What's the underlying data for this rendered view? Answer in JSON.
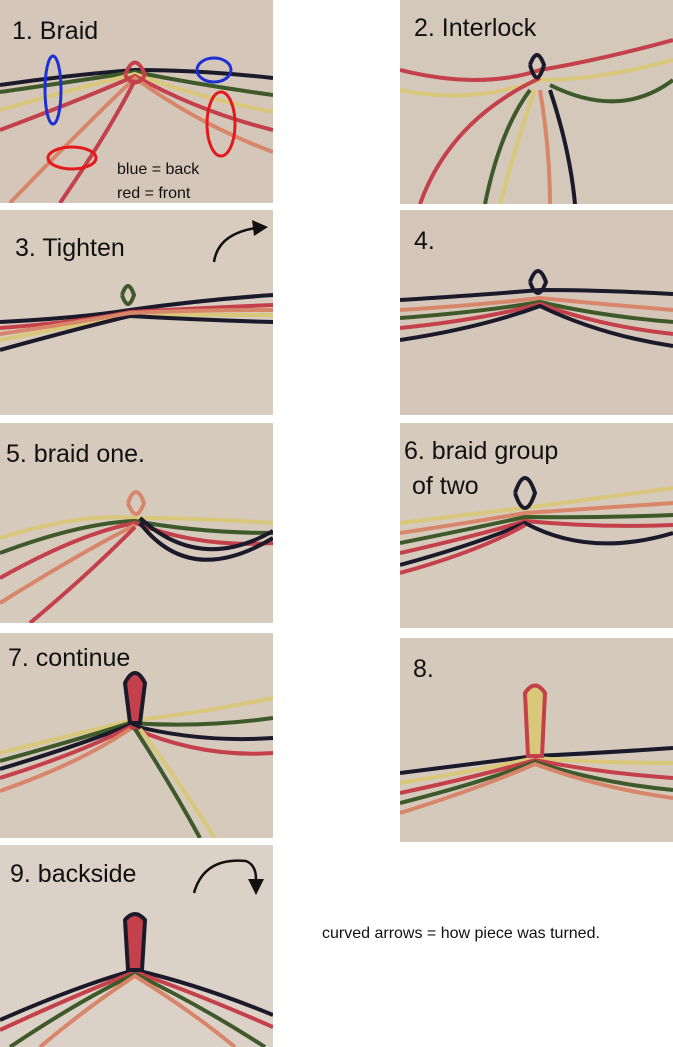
{
  "steps": [
    {
      "caption": "1. Braid"
    },
    {
      "caption": "2. Interlock"
    },
    {
      "caption": "3. Tighten"
    },
    {
      "caption": "4."
    },
    {
      "caption": "5. braid one."
    },
    {
      "caption": "6. braid group",
      "caption2": "of two"
    },
    {
      "caption": "7. continue"
    },
    {
      "caption": "8."
    },
    {
      "caption": "9. backside"
    }
  ],
  "legend": {
    "blue": "blue = back",
    "red": "red = front",
    "blue_color": "#1f2fd6",
    "red_color": "#e3191b"
  },
  "note": "curved arrows = how piece was turned.",
  "thread_colors": [
    "#c4404a",
    "#1a1a2a",
    "#d9c77a",
    "#3e5a2a",
    "#d8866a"
  ]
}
